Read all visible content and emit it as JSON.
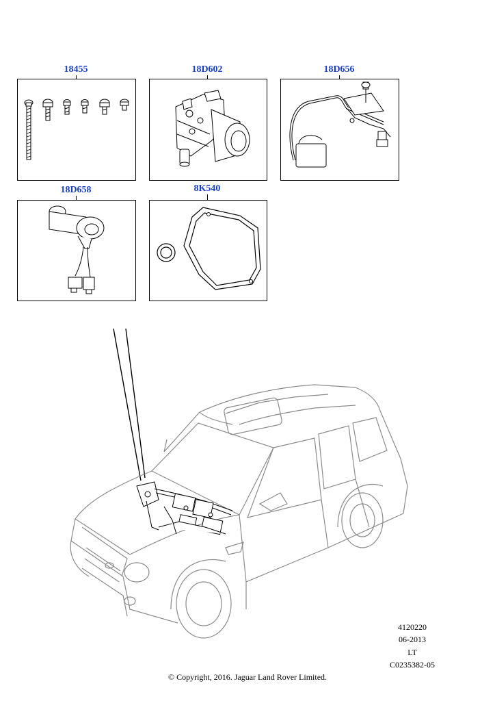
{
  "parts": [
    {
      "id": "18455"
    },
    {
      "id": "18D602"
    },
    {
      "id": "18D656"
    },
    {
      "id": "18D658"
    },
    {
      "id": "8K540"
    }
  ],
  "meta": {
    "ref_number": "4120220",
    "date": "06-2013",
    "code": "LT",
    "doc_id": "C0235382-05"
  },
  "copyright": "© Copyright, 2016. Jaguar Land Rover Limited."
}
